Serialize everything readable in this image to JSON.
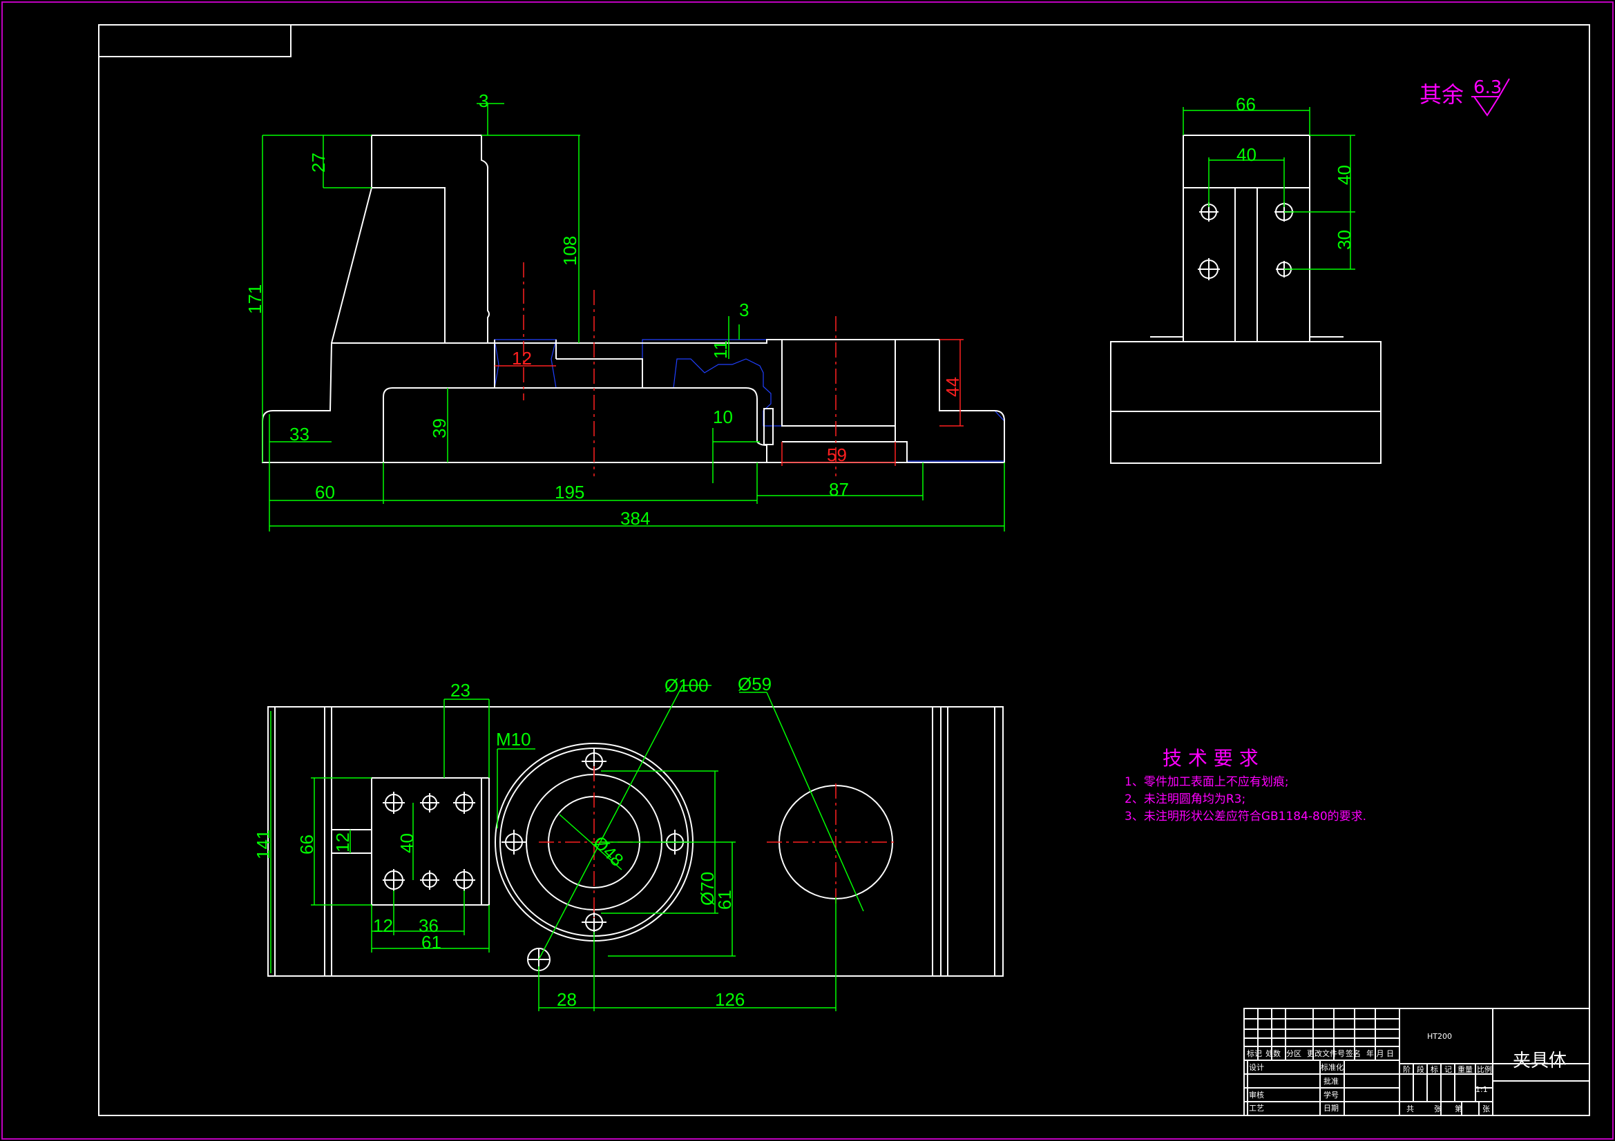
{
  "surface_finish": {
    "label": "其余",
    "value": "6.3"
  },
  "front_view": {
    "dims": {
      "d3_top": "3",
      "d27": "27",
      "d108": "108",
      "d171": "171",
      "d3_right": "3",
      "d11": "11",
      "d12": "12",
      "d44": "44",
      "d33": "33",
      "d39": "39",
      "d10": "10",
      "d59": "59",
      "d60": "60",
      "d195": "195",
      "d87": "87",
      "d384": "384"
    }
  },
  "side_view": {
    "dims": {
      "d66": "66",
      "d40_h": "40",
      "d40_v": "40",
      "d30": "30"
    }
  },
  "top_view": {
    "dims": {
      "d23": "23",
      "m10": "M10",
      "dia100": "Ø100",
      "dia59": "Ø59",
      "d141": "141",
      "d66": "66",
      "d12_v": "12",
      "d40": "40",
      "dia48": "Ø48",
      "dia70": "Ø70",
      "d61_v": "61",
      "d12_h": "12",
      "d36": "36",
      "d61_h": "61",
      "d28": "28",
      "d126": "126"
    }
  },
  "tech_requirements": {
    "title": "技 术 要 求",
    "items": [
      "1、零件加工表面上不应有划痕;",
      "2、未注明圆角均为R3;",
      "3、未注明形状公差应符合GB1184-80的要求."
    ]
  },
  "title_block": {
    "material": "HT200",
    "part_name": "夹具体",
    "scale": "1:1",
    "row_labels": [
      "标记",
      "处数",
      "分区",
      "更改文件号",
      "签名",
      "年 月 日"
    ],
    "left_labels": [
      "设计",
      "审核",
      "工艺"
    ],
    "mid_labels": [
      "标准化",
      "批准",
      "学号",
      "日期"
    ],
    "stage_labels": [
      "阶",
      "段",
      "标",
      "记",
      "重量",
      "比例"
    ],
    "sheet_labels": [
      "共",
      "张",
      "第",
      "张"
    ]
  }
}
